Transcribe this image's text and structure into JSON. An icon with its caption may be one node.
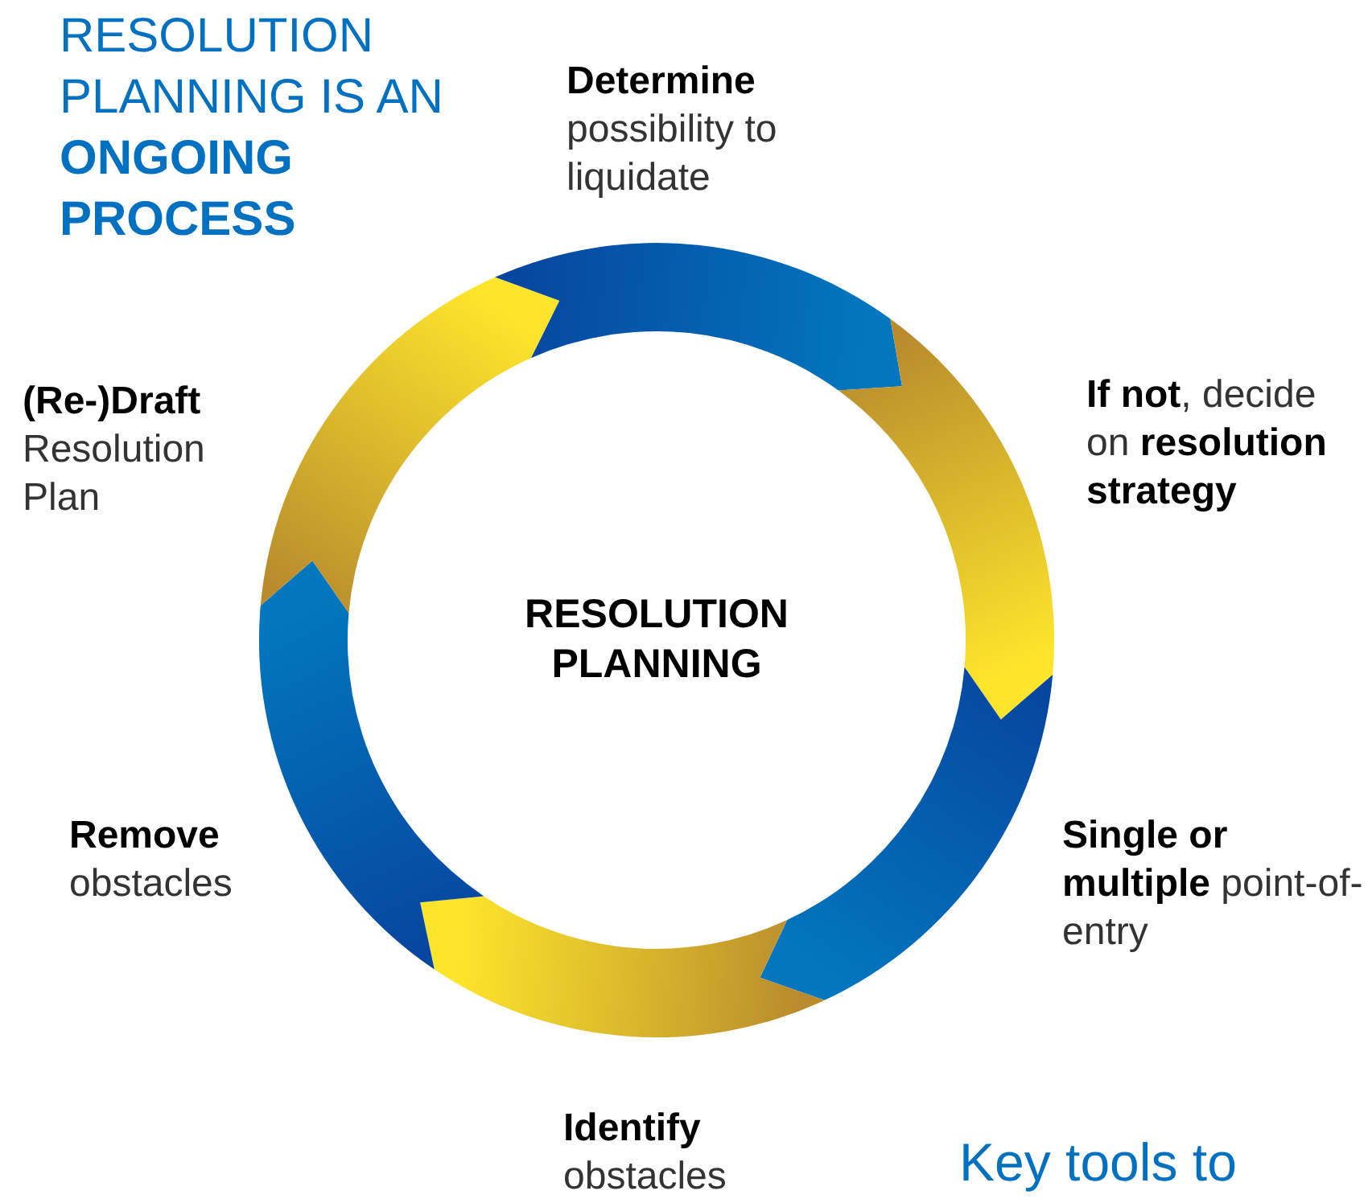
{
  "diagram": {
    "title": "RESOLUTION PLANNING IS AN **ONGOING PROCESS**",
    "nodes": [
      {
        "text": [
          "RESOLUTION PLANNING"
        ]
      },
      {
        "text": [],
        "shape": "arrow",
        "beside": [
          "Determine",
          "possibility to liquidate"
        ]
      },
      {
        "text": [],
        "shape": "arrow",
        "beside": [
          "**If not**, decide on **resolution strategy**"
        ]
      },
      {
        "text": [],
        "shape": "arrow",
        "beside": [
          "**Single or multiple** point-of-entry"
        ]
      },
      {
        "text": [],
        "shape": "arrow",
        "beside": [
          "Identify",
          "obstacles"
        ]
      },
      {
        "text": [],
        "shape": "arrow",
        "beside": [
          "Remove",
          "obstacles"
        ]
      },
      {
        "text": [],
        "shape": "arrow",
        "beside": [
          "(Re-)Draft",
          "Resolution Plan"
        ]
      }
    ],
    "labels": [
      "Key tools to"
    ]
  }
}
